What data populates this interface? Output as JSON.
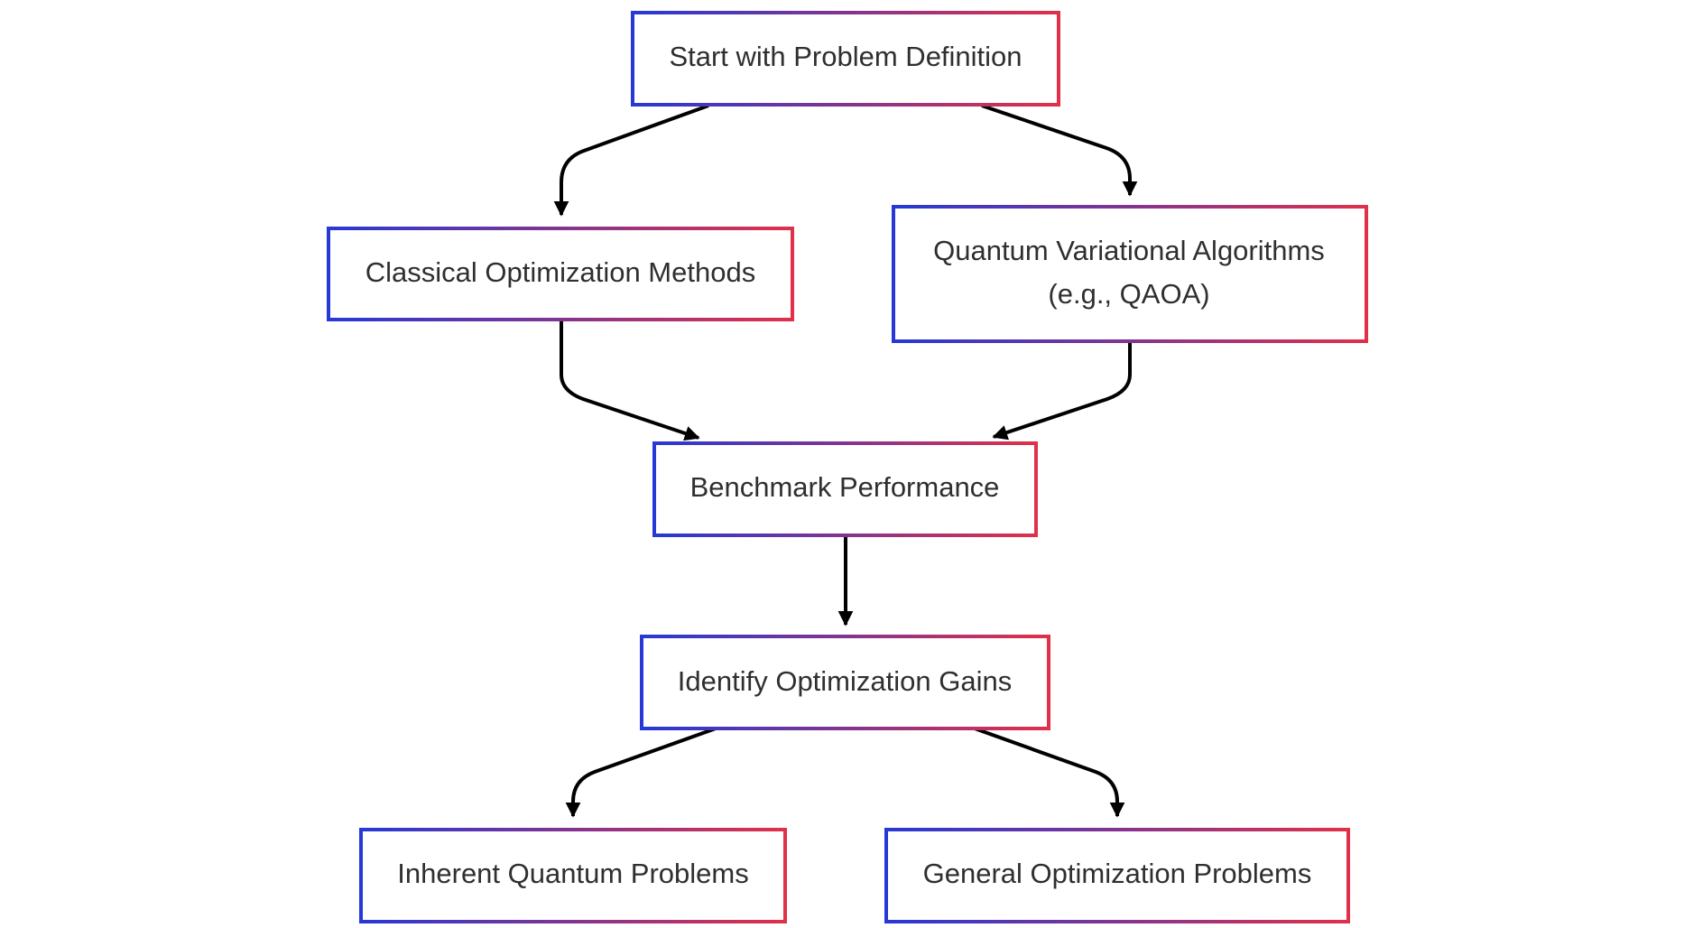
{
  "diagram": {
    "colors": {
      "gradient_start": "#2639d6",
      "gradient_end": "#e0304a",
      "edge": "#000000",
      "text": "#2f2f2f",
      "background": "#ffffff"
    },
    "nodes": [
      {
        "id": "start",
        "lines": [
          "Start with Problem Definition"
        ]
      },
      {
        "id": "classical",
        "lines": [
          "Classical Optimization Methods"
        ]
      },
      {
        "id": "quantum",
        "lines": [
          "Quantum Variational Algorithms",
          "(e.g., QAOA)"
        ]
      },
      {
        "id": "benchmark",
        "lines": [
          "Benchmark Performance"
        ]
      },
      {
        "id": "identify",
        "lines": [
          "Identify Optimization Gains"
        ]
      },
      {
        "id": "inherent",
        "lines": [
          "Inherent Quantum Problems"
        ]
      },
      {
        "id": "general",
        "lines": [
          "General Optimization Problems"
        ]
      }
    ],
    "edges": [
      {
        "from": "start",
        "to": "classical"
      },
      {
        "from": "start",
        "to": "quantum"
      },
      {
        "from": "classical",
        "to": "benchmark"
      },
      {
        "from": "quantum",
        "to": "benchmark"
      },
      {
        "from": "benchmark",
        "to": "identify"
      },
      {
        "from": "identify",
        "to": "inherent"
      },
      {
        "from": "identify",
        "to": "general"
      }
    ]
  }
}
